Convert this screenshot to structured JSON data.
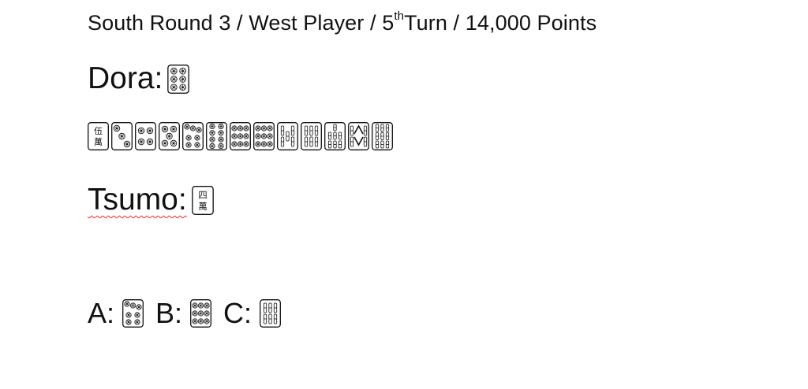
{
  "header": {
    "round": "South Round 3 / West Player / 5",
    "ordinal_suffix": "th",
    "rest": " Turn / 14,000 Points"
  },
  "dora": {
    "label": "Dora:",
    "tile": {
      "suit": "pin",
      "rank": 6
    }
  },
  "hand": [
    {
      "suit": "man",
      "rank": 5,
      "char": "伍"
    },
    {
      "suit": "pin",
      "rank": 3
    },
    {
      "suit": "pin",
      "rank": 4
    },
    {
      "suit": "pin",
      "rank": 5
    },
    {
      "suit": "pin",
      "rank": 7
    },
    {
      "suit": "pin",
      "rank": 8
    },
    {
      "suit": "pin",
      "rank": 9
    },
    {
      "suit": "pin",
      "rank": 9
    },
    {
      "suit": "sou",
      "rank": 5
    },
    {
      "suit": "sou",
      "rank": 6
    },
    {
      "suit": "sou",
      "rank": 7
    },
    {
      "suit": "sou",
      "rank": 8
    },
    {
      "suit": "sou",
      "rank": 9
    }
  ],
  "tsumo": {
    "label": "Tsumo:",
    "tile": {
      "suit": "man",
      "rank": 4,
      "char": "四"
    }
  },
  "choices": [
    {
      "label": "A:",
      "tile": {
        "suit": "pin",
        "rank": 7
      }
    },
    {
      "label": "B:",
      "tile": {
        "suit": "pin",
        "rank": 9
      }
    },
    {
      "label": "C:",
      "tile": {
        "suit": "sou",
        "rank": 6
      }
    }
  ],
  "man_char": "萬"
}
